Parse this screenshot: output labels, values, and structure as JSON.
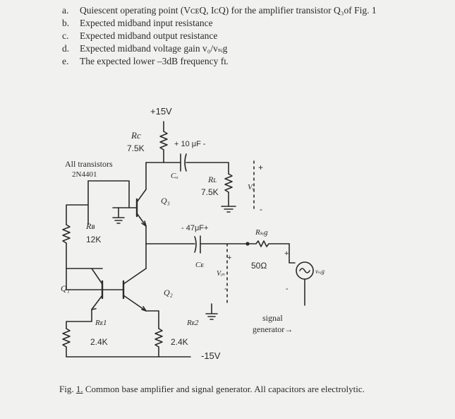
{
  "questions": [
    {
      "letter": "a.",
      "text": "Quiescent operating point (VᴄᴇQ, IᴄQ) for the amplifier transistor Q₃of Fig. 1"
    },
    {
      "letter": "b.",
      "text": "Expected midband input resistance"
    },
    {
      "letter": "c.",
      "text": "Expected midband output resistance"
    },
    {
      "letter": "d.",
      "text": "Expected midband voltage gain v₀/vₛᵢg"
    },
    {
      "letter": "e.",
      "text": "The expected lower –3dB frequency fʟ"
    }
  ],
  "circuit": {
    "supply_pos": "+15V",
    "supply_neg": "-15V",
    "rc_name": "Rc",
    "rc_value": "7.5K",
    "cap_out_value": "+ 10 μF -",
    "cap_out_name": "Cₒ",
    "all_transistors": "All transistors",
    "transistor_type": "2N4401",
    "rl_name": "Rʟ",
    "rl_value": "7.5K",
    "vo_name": "Vₒ",
    "vo_plus": "+",
    "vo_minus": "-",
    "q3": "Q₃",
    "rb_name": "Rʙ",
    "rb_value": "12K",
    "cap_e_value": "- 47μF+",
    "cap_e_name": "Cᴇ",
    "vin_name": "Vᵢₙ",
    "vin_plus": "+",
    "vin_minus": "-",
    "rsig_name": "Rₛᵢg",
    "rsig_value": "50Ω",
    "vsig_name": "vₛᵢg",
    "vsig_plus": "+",
    "vsig_minus": "-",
    "q1": "Q₁",
    "q2": "Q₂",
    "re1_name": "Rᴇ1",
    "re1_value": "2.4K",
    "re2_name": "Rᴇ2",
    "re2_value": "2.4K",
    "signal_generator_line1": "signal",
    "signal_generator_line2": "generator→"
  },
  "caption": {
    "prefix": "Fig.",
    "number": "1.",
    "text": " Common base amplifier and signal generator.  All capacitors are electrolytic."
  }
}
